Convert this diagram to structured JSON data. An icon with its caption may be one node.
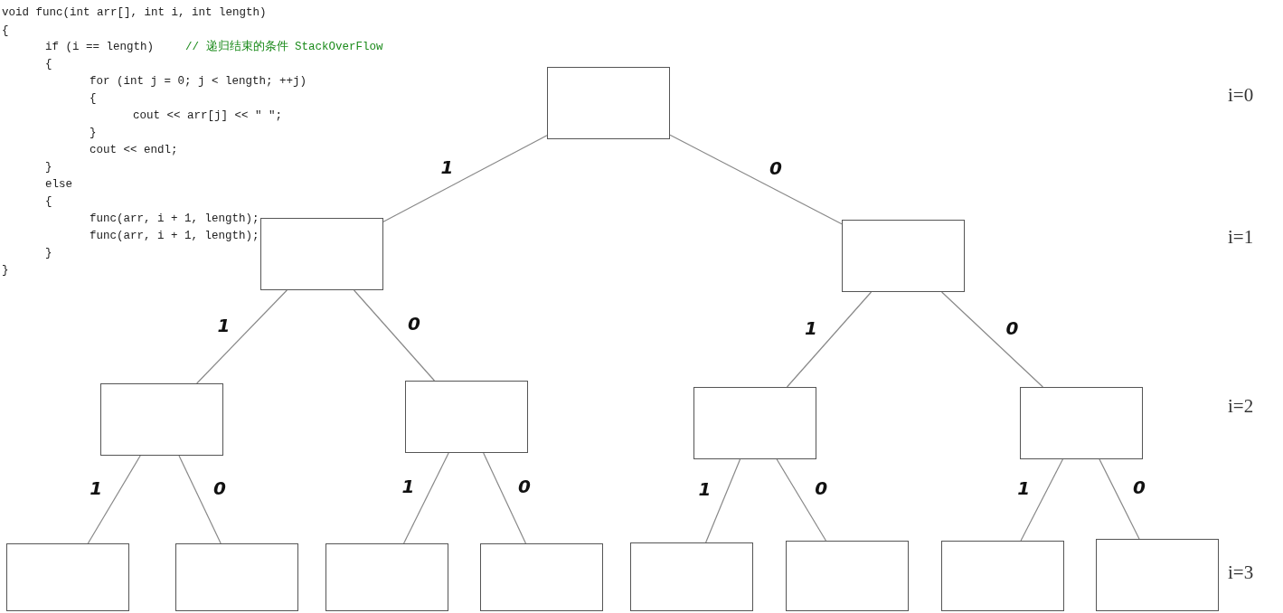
{
  "diagram": {
    "nodes": [
      {
        "text": [],
        "shape": "box"
      },
      {
        "text": [],
        "shape": "box"
      },
      {
        "text": [],
        "shape": "box"
      },
      {
        "text": [],
        "shape": "box"
      },
      {
        "text": [],
        "shape": "box"
      },
      {
        "text": [],
        "shape": "box"
      },
      {
        "text": [],
        "shape": "box"
      },
      {
        "text": [],
        "shape": "box"
      },
      {
        "text": [],
        "shape": "box"
      },
      {
        "text": [],
        "shape": "box"
      },
      {
        "text": [],
        "shape": "box"
      },
      {
        "text": [],
        "shape": "box"
      },
      {
        "text": [],
        "shape": "box"
      },
      {
        "text": [],
        "shape": "box"
      },
      {
        "text": [],
        "shape": "box"
      }
    ],
    "edges": [
      {
        "from": 0,
        "to": 1,
        "arrow": "none",
        "label": "1"
      },
      {
        "from": 0,
        "to": 2,
        "arrow": "none",
        "label": "0"
      },
      {
        "from": 1,
        "to": 3,
        "arrow": "none",
        "label": "1"
      },
      {
        "from": 1,
        "to": 4,
        "arrow": "none",
        "label": "0"
      },
      {
        "from": 2,
        "to": 5,
        "arrow": "none",
        "label": "1"
      },
      {
        "from": 2,
        "to": 6,
        "arrow": "none",
        "label": "0"
      },
      {
        "from": 3,
        "to": 7,
        "arrow": "none",
        "label": "1"
      },
      {
        "from": 3,
        "to": 8,
        "arrow": "none",
        "label": "0"
      },
      {
        "from": 4,
        "to": 9,
        "arrow": "none",
        "label": "1"
      },
      {
        "from": 4,
        "to": 10,
        "arrow": "none",
        "label": "0"
      },
      {
        "from": 5,
        "to": 11,
        "arrow": "none",
        "label": "1"
      },
      {
        "from": 5,
        "to": 12,
        "arrow": "none",
        "label": "0"
      },
      {
        "from": 6,
        "to": 13,
        "arrow": "none",
        "label": "1"
      },
      {
        "from": 6,
        "to": 14,
        "arrow": "none",
        "label": "0"
      }
    ],
    "labels": [
      "void func(int arr[], int i, int length)",
      "{",
      "if (i == length)",
      "// 递归结束的条件 StackOverFlow",
      "{",
      "for (int j = 0; j < length; ++j)",
      "{",
      "cout << arr[j] << \" \";",
      "}",
      "cout << endl;",
      "}",
      "else",
      "{",
      "func(arr, i + 1, length);",
      "func(arr, i + 1, length);",
      "}",
      "}",
      "i=0",
      "i=1",
      "i=2",
      "i=3"
    ]
  }
}
